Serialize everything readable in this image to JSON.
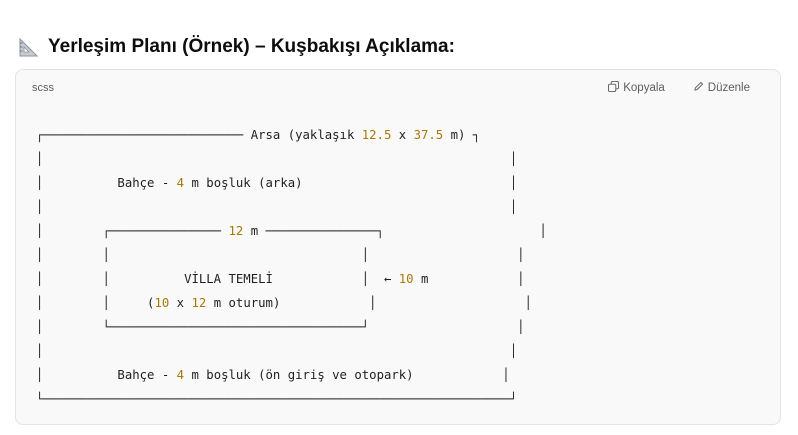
{
  "heading": {
    "icon": "triangular-ruler-icon",
    "title": "Yerleşim Planı (Örnek) – Kuşbakışı Açıklama:"
  },
  "code_block": {
    "language": "scss",
    "copy_label": "Kopyala",
    "edit_label": "Düzenle",
    "copy_icon": "copy-icon",
    "edit_icon": "pencil-icon",
    "number_color": "#a7780a",
    "lines": [
      [
        {
          "t": "┌─────────────────────────── Arsa (yaklaşık "
        },
        {
          "t": "12.5",
          "n": true
        },
        {
          "t": " x "
        },
        {
          "t": "37.5",
          "n": true
        },
        {
          "t": " m) ┐"
        }
      ],
      [
        {
          "t": "│                                                               │"
        }
      ],
      [
        {
          "t": "│          Bahçe - "
        },
        {
          "t": "4",
          "n": true
        },
        {
          "t": " m boşluk (arka)                            │"
        }
      ],
      [
        {
          "t": "│                                                               │"
        }
      ],
      [
        {
          "t": "│        ┌─────────────── "
        },
        {
          "t": "12",
          "n": true
        },
        {
          "t": " m ───────────────┐                     │"
        }
      ],
      [
        {
          "t": "│        │                                  │                    │"
        }
      ],
      [
        {
          "t": "│        │          VİLLA TEMELİ            │  ← "
        },
        {
          "t": "10",
          "n": true
        },
        {
          "t": " m            │"
        }
      ],
      [
        {
          "t": "│        │     ("
        },
        {
          "t": "10",
          "n": true
        },
        {
          "t": " x "
        },
        {
          "t": "12",
          "n": true
        },
        {
          "t": " m oturum)            │                    │"
        }
      ],
      [
        {
          "t": "│        └──────────────────────────────────┘                    │"
        }
      ],
      [
        {
          "t": "│                                                               │"
        }
      ],
      [
        {
          "t": "│          Bahçe - "
        },
        {
          "t": "4",
          "n": true
        },
        {
          "t": " m boşluk (ön giriş ve otopark)            │"
        }
      ],
      [
        {
          "t": "└───────────────────────────────────────────────────────────────┘"
        }
      ]
    ]
  }
}
